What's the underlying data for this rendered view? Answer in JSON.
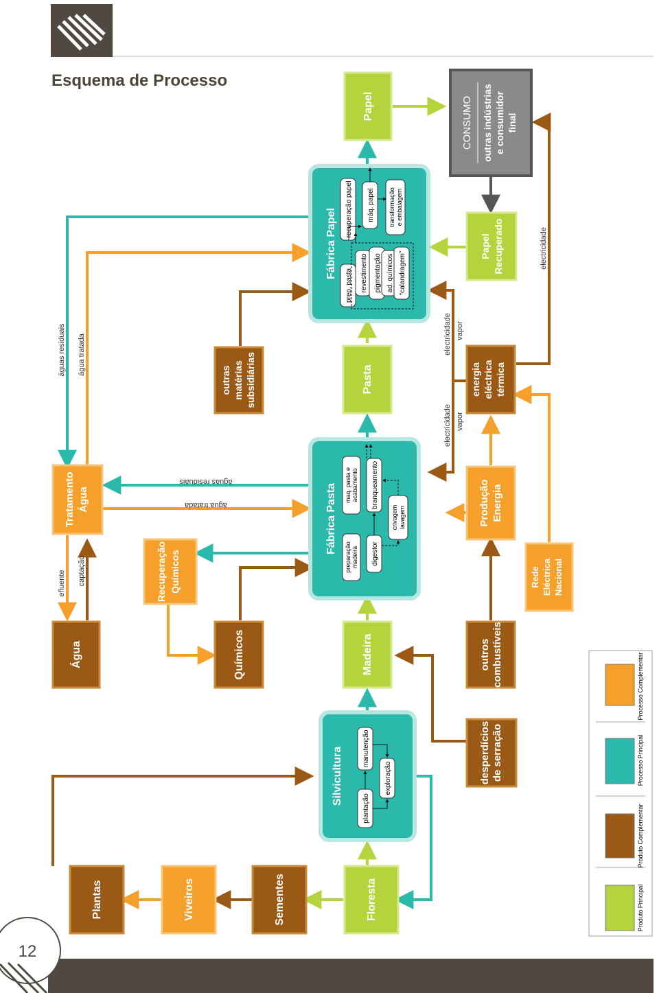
{
  "page": {
    "title": "Esquema de Processo",
    "page_number": "12"
  },
  "colors": {
    "principal_product": "#b5d33d",
    "complementary_product": "#9a5a15",
    "principal_process": "#2bb9ac",
    "complementary_process": "#f5a02a",
    "consumo": "#8a8a8a",
    "footer": "#4f4941"
  },
  "boxes": {
    "plantas": "Plantas",
    "viveiros": "Viveiros",
    "sementes": "Sementes",
    "floresta": "Floresta",
    "desperdicios": "desperdícios de serração",
    "agua": "Água",
    "quimicos": "Químicos",
    "madeira": "Madeira",
    "outros_comb": "outros combustíveis",
    "recup_quimicos": "Recuperação Químicos",
    "tratamento_agua": "Tratamento Água",
    "rede_electrica": "Rede Eléctrica Nacional",
    "producao_energia": "Produção Energia",
    "outras_materias": "outras matérias subsidiárias",
    "pasta": "Pasta",
    "energia": "energia eléctrica térmica",
    "papel": "Papel",
    "papel_recuperado": "Papel Recuperado",
    "consumo_title": "CONSUMO",
    "consumo_sub": "outras indústrias e consumidor final"
  },
  "silvicultura": {
    "title": "Silvicultura",
    "plantacao": "plantação",
    "manutencao": "manutenção",
    "exploracao": "exploração"
  },
  "fabrica_pasta": {
    "title": "Fábrica Pasta",
    "preparacao": "preparação madeira",
    "maq_pasta": "maq. pasta e acabamento",
    "digestor": "digestor",
    "branqueamento": "branqueamento",
    "crivagem": "crivagem lavagem"
  },
  "fabrica_papel": {
    "title": "Fábrica Papel",
    "prep_pasta": "prep. pasta",
    "recuperacao": "recuperação papel",
    "revestimento": "revestimento",
    "maq_papel": "máq. papel",
    "pigmentacao": "pigmentação",
    "ad_quimicos": "ad. químicos",
    "calandragem": "“calandragem”",
    "transformacao": "transformação e embalagem"
  },
  "labels": {
    "efluente": "efluente",
    "captacao": "captação",
    "aguas_residuais": "águas residuais",
    "agua_tratada": "água tratada",
    "electricidade": "electricidade",
    "vapor": "vapor"
  },
  "legend": [
    "Produto Principal",
    "Produto Complementar",
    "Processo Principal",
    "Processo Complementar"
  ]
}
